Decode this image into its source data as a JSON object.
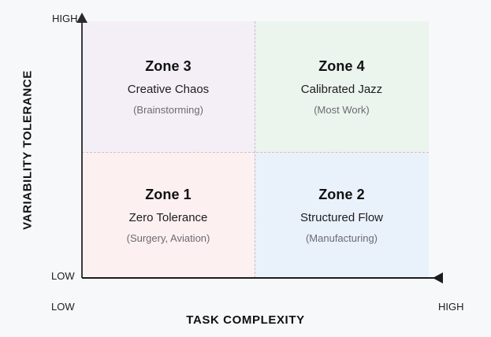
{
  "chart_data": {
    "type": "scatter",
    "title": "",
    "subtitle": "",
    "xlabel": "TASK COMPLEXITY",
    "ylabel": "VARIABILITY TOLERANCE",
    "x_ticks": [
      "LOW",
      "HIGH"
    ],
    "y_ticks": [
      "LOW",
      "HIGH"
    ],
    "xlim": [
      "LOW",
      "HIGH"
    ],
    "ylim": [
      "LOW",
      "HIGH"
    ],
    "grid": false,
    "legend": "none",
    "quadrants": [
      {
        "id": "zone-3",
        "position": "top-left",
        "title": "Zone 3",
        "name": "Creative Chaos",
        "example": "(Brainstorming)",
        "x_level": "LOW",
        "y_level": "HIGH",
        "fill": "#f4eff7"
      },
      {
        "id": "zone-4",
        "position": "top-right",
        "title": "Zone 4",
        "name": "Calibrated Jazz",
        "example": "(Most Work)",
        "x_level": "HIGH",
        "y_level": "HIGH",
        "fill": "#ecf4ee"
      },
      {
        "id": "zone-1",
        "position": "bottom-left",
        "title": "Zone 1",
        "name": "Zero Tolerance",
        "example": "(Surgery, Aviation)",
        "x_level": "LOW",
        "y_level": "LOW",
        "fill": "#fdf0f0"
      },
      {
        "id": "zone-2",
        "position": "bottom-right",
        "title": "Zone 2",
        "name": "Structured Flow",
        "example": "(Manufacturing)",
        "x_level": "HIGH",
        "y_level": "LOW",
        "fill": "#e9f1fb"
      }
    ]
  },
  "axes": {
    "x": {
      "title": "TASK COMPLEXITY",
      "low_label": "LOW",
      "high_label": "HIGH"
    },
    "y": {
      "title": "VARIABILITY TOLERANCE",
      "low_label": "LOW",
      "high_label": "HIGH"
    }
  },
  "colors": {
    "background": "#f7f8fa",
    "axis_line": "#1c1c1e",
    "divider_vertical": "#c9b9cf",
    "divider_horizontal": "#d8bcbc",
    "title_text": "#111111",
    "muted_text": "#6b6b70"
  }
}
